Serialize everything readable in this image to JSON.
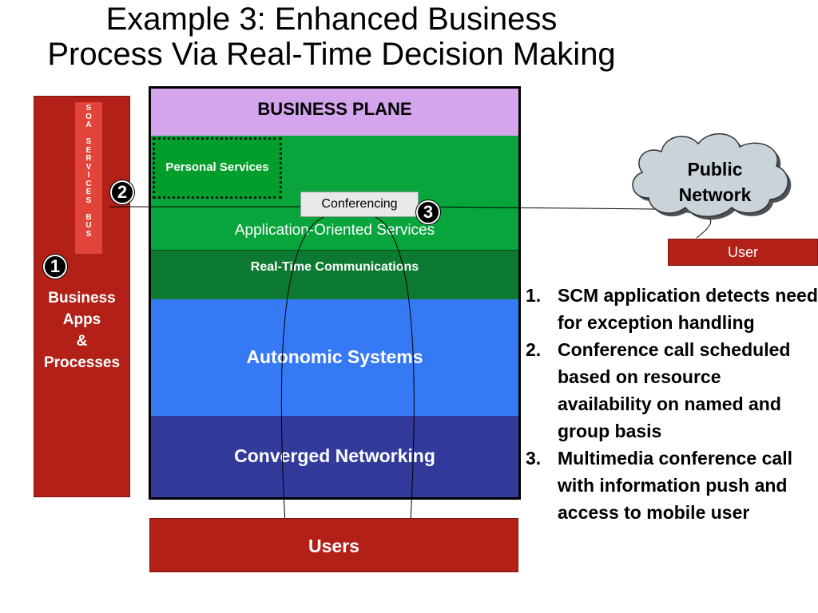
{
  "title": {
    "line1": "Example 3: Enhanced Business",
    "line2": "Process Via Real-Time Decision Making"
  },
  "business_apps": {
    "soa_lines": [
      "S",
      "O",
      "A",
      "",
      "S",
      "E",
      "R",
      "V",
      "I",
      "C",
      "E",
      "S",
      "",
      "B",
      "U",
      "S"
    ],
    "label_lines": [
      "Business",
      "Apps",
      "&",
      "Processes"
    ]
  },
  "markers": {
    "one": "1",
    "two": "2",
    "three": "3"
  },
  "layers": {
    "business_plane": "BUSINESS  PLANE",
    "personal_services": "Personal Services",
    "conferencing": "Conferencing",
    "application_services": "Application-Oriented Services",
    "real_time": "Real-Time Communications",
    "autonomic": "Autonomic Systems",
    "converged": "Converged Networking"
  },
  "users": "Users",
  "public_network": {
    "line1": "Public",
    "line2": "Network"
  },
  "user": "User",
  "steps": [
    {
      "num": "1.",
      "text": "SCM application detects need for exception handling"
    },
    {
      "num": "2.",
      "text": "Conference call scheduled based on resource availability on named and group basis"
    },
    {
      "num": "3.",
      "text": "Multimedia conference call with information push and access to mobile user"
    }
  ],
  "colors": {
    "dark_red": "#b22018",
    "business_plane": "#d4a4ec",
    "app_green": "#07a53c",
    "rtc_green": "#0d7a32",
    "autonomic_blue": "#3679f5",
    "converged_blue": "#323a9c",
    "cloud": "#c9d3d8"
  }
}
